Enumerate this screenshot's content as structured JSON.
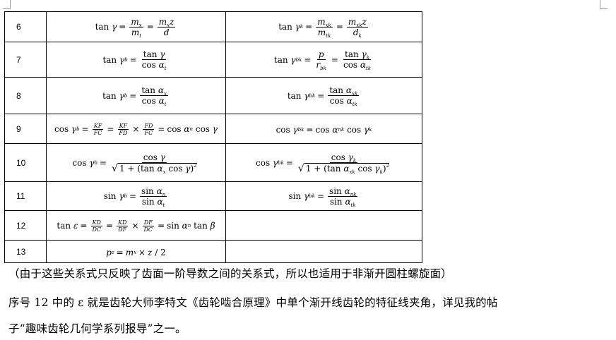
{
  "rows": [
    {
      "idx": "6"
    },
    {
      "idx": "7"
    },
    {
      "idx": "8"
    },
    {
      "idx": "9"
    },
    {
      "idx": "10"
    },
    {
      "idx": "11"
    },
    {
      "idx": "12"
    },
    {
      "idx": "13"
    }
  ],
  "paragraph": {
    "line1": "（由于这些关系式只反映了齿面一阶导数之间的关系式，所以也适用于非渐开圆柱螺旋面）",
    "line2": "序号 12 中的 ε 就是齿轮大师李特文《齿轮啮合原理》中单个渐开线齿轮的特征线夹角，详见我的帖",
    "line3": "子“趣味齿轮几何学系列报导”之一。"
  }
}
